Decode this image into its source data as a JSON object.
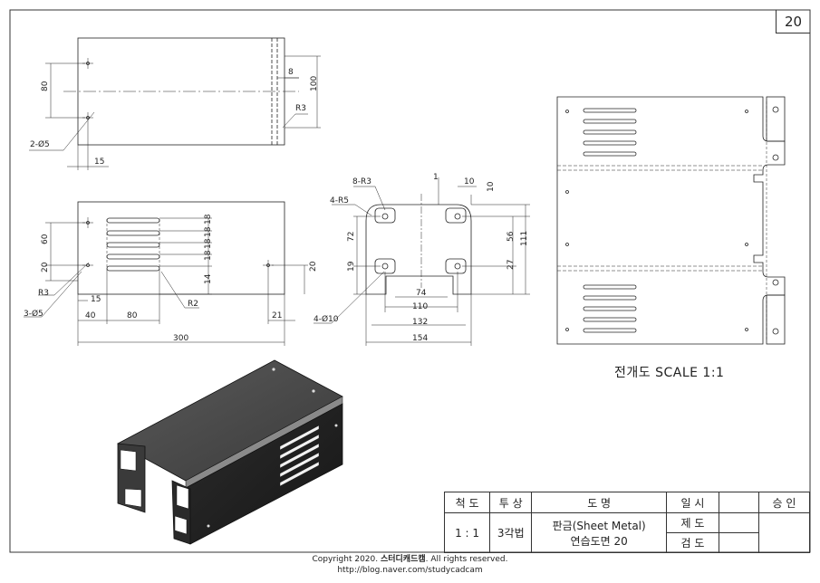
{
  "sheet_number": "20",
  "flat_pattern_caption": "전개도 SCALE 1:1",
  "top_view": {
    "dims": {
      "d80": "80",
      "d100": "100",
      "d8": "8",
      "r3": "R3",
      "holes": "2-Ø5",
      "d15": "15"
    }
  },
  "front_view": {
    "dims": {
      "d60": "60",
      "d20_left": "20",
      "r3": "R3",
      "d15": "15",
      "holes": "3-Ø5",
      "d40": "40",
      "d80": "80",
      "r2": "R2",
      "d300": "300",
      "d18a": "18",
      "d18b": "18",
      "d18c": "18",
      "d18d": "18",
      "d14": "14",
      "d20_right": "20",
      "d21": "21"
    }
  },
  "side_view": {
    "dims": {
      "r3": "8-R3",
      "r5": "4-R5",
      "d1": "1",
      "d10a": "10",
      "d10b": "10",
      "d72": "72",
      "d19": "19",
      "d56": "56",
      "d111": "111",
      "d27": "27",
      "d74": "74",
      "d110": "110",
      "d132": "132",
      "d154": "154",
      "holes": "4-Ø10"
    }
  },
  "title_block": {
    "scale_label": "척 도",
    "projection_label": "투 상",
    "name_label": "도     명",
    "date_label": "일 시",
    "approve_label": "승 인",
    "scale_value": "1 : 1",
    "projection_value": "3각법",
    "name_value_1": "판금(Sheet Metal)",
    "name_value_2": "연습도면 20",
    "drawn_label": "제 도",
    "checked_label": "검 도"
  },
  "footer": {
    "copyright_prefix": "Copyright 2020. ",
    "copyright_brand": "스터디캐드캠",
    "copyright_suffix": ". All rights reserved.",
    "url": "http://blog.naver.com/studycadcam"
  }
}
